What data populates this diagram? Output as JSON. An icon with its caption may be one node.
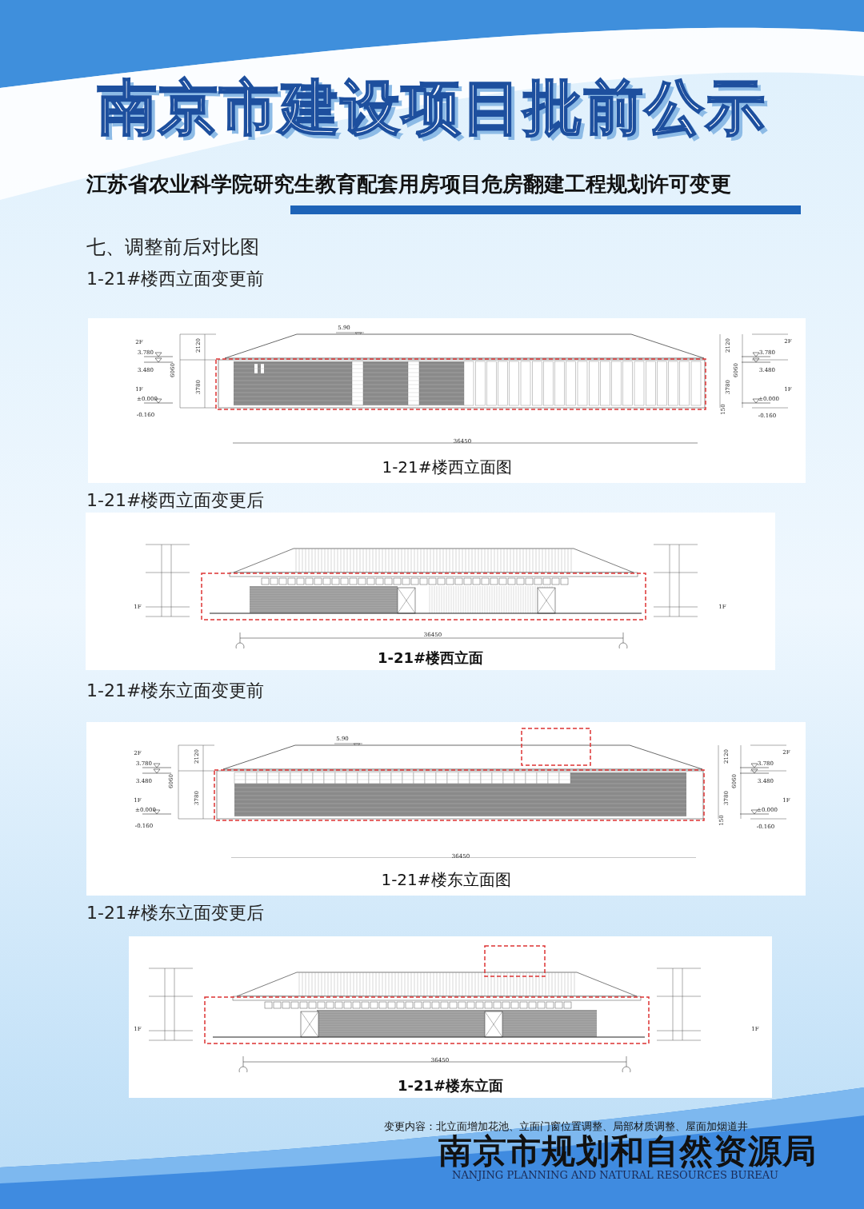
{
  "diagram": {
    "title": "南京市建设项目批前公示",
    "labels": [
      "江苏省农业科学院研究生教育配套用房项目危房翻建工程规划许可变更",
      "七、调整前后对比图",
      "1-21#楼西立面变更前",
      "5.90",
      "2F",
      "3.780",
      "3.480",
      "1F",
      "±0.000",
      "-0.160",
      "2120",
      "6060",
      "3780",
      "2120",
      "6060",
      "3780",
      "150",
      "2F",
      "3.780",
      "3.480",
      "1F",
      "±0.000",
      "-0.160",
      "36450",
      "1-21#楼西立面图",
      "1-21#楼西立面变更后",
      "1F",
      "1F",
      "36450",
      "1-21#楼西立面",
      "1-21#楼东立面变更前",
      "5.90",
      "2F",
      "3.780",
      "3.480",
      "1F",
      "±0.000",
      "-0.160",
      "2120",
      "6060",
      "3780",
      "2120",
      "6060",
      "3780",
      "150",
      "2F",
      "3.780",
      "3.480",
      "1F",
      "±0.000",
      "-0.160",
      "36450",
      "1-21#楼东立面图",
      "1-21#楼东立面变更后",
      "1F",
      "1F",
      "36450",
      "1-21#楼东立面",
      "变更内容：北立面增加花池、立面门窗位置调整、局部材质调整、屋面加烟道井",
      "南京市规划和自然资源局",
      "NANJING PLANNING AND NATURAL RESOURCES BUREAU"
    ]
  }
}
